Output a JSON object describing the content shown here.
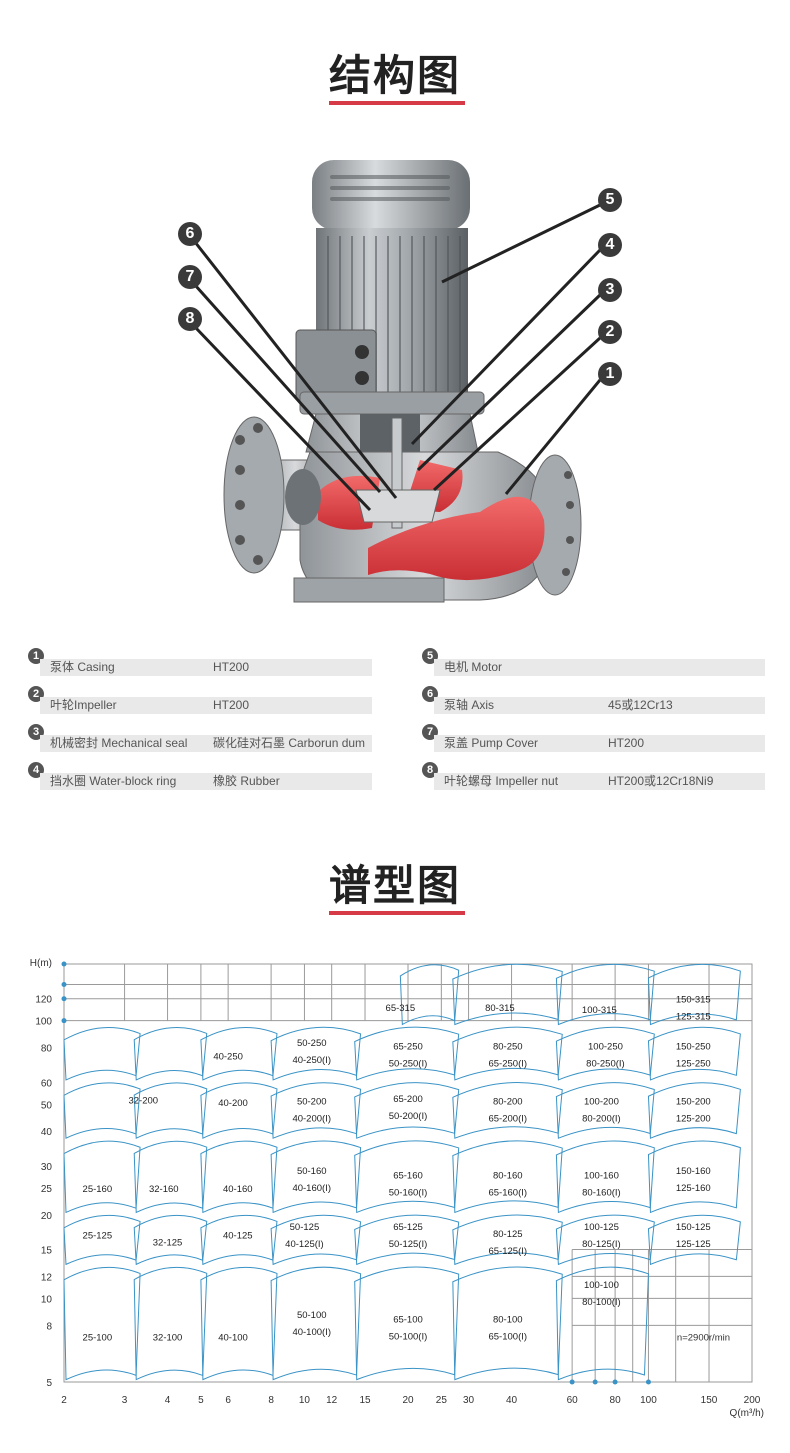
{
  "sections": {
    "structure_title": "结构图",
    "chart_title": "谱型图"
  },
  "callouts": [
    "5",
    "4",
    "3",
    "2",
    "1",
    "6",
    "7",
    "8"
  ],
  "parts": [
    {
      "num": "1",
      "name": "泵体 Casing",
      "material": "HT200"
    },
    {
      "num": "2",
      "name": "叶轮Impeller",
      "material": "HT200"
    },
    {
      "num": "3",
      "name": "机械密封 Mechanical seal",
      "material": "碳化硅对石墨 Carborun dum"
    },
    {
      "num": "4",
      "name": "挡水圈 Water-block ring",
      "material": "橡胶 Rubber"
    },
    {
      "num": "5",
      "name": "电机 Motor",
      "material": ""
    },
    {
      "num": "6",
      "name": "泵轴 Axis",
      "material": "45或12Cr13"
    },
    {
      "num": "7",
      "name": "泵盖 Pump Cover",
      "material": "HT200"
    },
    {
      "num": "8",
      "name": "叶轮螺母 Impeller nut",
      "material": "HT200或12Cr18Ni9"
    }
  ],
  "chart_data": {
    "type": "performance-range",
    "xlabel": "Q(m³/h)",
    "ylabel": "H(m)",
    "x_scale": "log",
    "y_scale": "log",
    "x_ticks": [
      "2",
      "3",
      "4",
      "5",
      "6",
      "8",
      "10",
      "12",
      "15",
      "20",
      "25",
      "30",
      "40",
      "60",
      "80",
      "100",
      "150",
      "200"
    ],
    "y_ticks": [
      "5",
      "8",
      "10",
      "12",
      "15",
      "20",
      "25",
      "30",
      "40",
      "50",
      "60",
      "80",
      "100",
      "120",
      "H(m)"
    ],
    "note": "n=2900r/min",
    "colors": {
      "curve": "#3a93c6",
      "grid": "#9a9a9a"
    },
    "models": [
      {
        "labels": [
          "65-315"
        ],
        "q": 19,
        "h": 112
      },
      {
        "labels": [
          "80-315"
        ],
        "q": 37,
        "h": 112
      },
      {
        "labels": [
          "100-315"
        ],
        "q": 72,
        "h": 110
      },
      {
        "labels": [
          "150-315",
          "125-315"
        ],
        "q": 135,
        "h": 112
      },
      {
        "labels": [
          "40-250"
        ],
        "q": 6,
        "h": 75
      },
      {
        "labels": [
          "50-250",
          "40-250(I)"
        ],
        "q": 10.5,
        "h": 78
      },
      {
        "labels": [
          "65-250",
          "50-250(I)"
        ],
        "q": 20,
        "h": 76
      },
      {
        "labels": [
          "80-250",
          "65-250(I)"
        ],
        "q": 39,
        "h": 76
      },
      {
        "labels": [
          "100-250",
          "80-250(I)"
        ],
        "q": 75,
        "h": 76
      },
      {
        "labels": [
          "150-250",
          "125-250"
        ],
        "q": 135,
        "h": 76
      },
      {
        "labels": [
          "32-200"
        ],
        "q": 3.4,
        "h": 52
      },
      {
        "labels": [
          "40-200"
        ],
        "q": 6.2,
        "h": 51
      },
      {
        "labels": [
          "50-200",
          "40-200(I)"
        ],
        "q": 10.5,
        "h": 48
      },
      {
        "labels": [
          "65-200",
          "50-200(I)"
        ],
        "q": 20,
        "h": 49
      },
      {
        "labels": [
          "80-200",
          "65-200(I)"
        ],
        "q": 39,
        "h": 48
      },
      {
        "labels": [
          "100-200",
          "80-200(I)"
        ],
        "q": 73,
        "h": 48
      },
      {
        "labels": [
          "150-200",
          "125-200"
        ],
        "q": 135,
        "h": 48
      },
      {
        "labels": [
          "25-160"
        ],
        "q": 2.5,
        "h": 25
      },
      {
        "labels": [
          "32-160"
        ],
        "q": 3.9,
        "h": 25
      },
      {
        "labels": [
          "40-160"
        ],
        "q": 6.4,
        "h": 25
      },
      {
        "labels": [
          "50-160",
          "40-160(I)"
        ],
        "q": 10.5,
        "h": 27
      },
      {
        "labels": [
          "65-160",
          "50-160(I)"
        ],
        "q": 20,
        "h": 26
      },
      {
        "labels": [
          "80-160",
          "65-160(I)"
        ],
        "q": 39,
        "h": 26
      },
      {
        "labels": [
          "100-160",
          "80-160(I)"
        ],
        "q": 73,
        "h": 26
      },
      {
        "labels": [
          "150-160",
          "125-160"
        ],
        "q": 135,
        "h": 27
      },
      {
        "labels": [
          "25-125"
        ],
        "q": 2.5,
        "h": 17
      },
      {
        "labels": [
          "32-125"
        ],
        "q": 4,
        "h": 16
      },
      {
        "labels": [
          "40-125"
        ],
        "q": 6.4,
        "h": 17
      },
      {
        "labels": [
          "50-125",
          "40-125(I)"
        ],
        "q": 10,
        "h": 17
      },
      {
        "labels": [
          "65-125",
          "50-125(I)"
        ],
        "q": 20,
        "h": 17
      },
      {
        "labels": [
          "80-125",
          "65-125(I)"
        ],
        "q": 39,
        "h": 16
      },
      {
        "labels": [
          "100-125",
          "80-125(I)"
        ],
        "q": 73,
        "h": 17
      },
      {
        "labels": [
          "150-125",
          "125-125"
        ],
        "q": 135,
        "h": 17
      },
      {
        "labels": [
          "25-100"
        ],
        "q": 2.5,
        "h": 7.3
      },
      {
        "labels": [
          "32-100"
        ],
        "q": 4,
        "h": 7.3
      },
      {
        "labels": [
          "40-100"
        ],
        "q": 6.2,
        "h": 7.3
      },
      {
        "labels": [
          "50-100",
          "40-100(I)"
        ],
        "q": 10.5,
        "h": 8.2
      },
      {
        "labels": [
          "65-100",
          "50-100(I)"
        ],
        "q": 20,
        "h": 7.9
      },
      {
        "labels": [
          "80-100",
          "65-100(I)"
        ],
        "q": 39,
        "h": 7.9
      },
      {
        "labels": [
          "100-100",
          "80-100(I)"
        ],
        "q": 73,
        "h": 10.5
      }
    ]
  }
}
